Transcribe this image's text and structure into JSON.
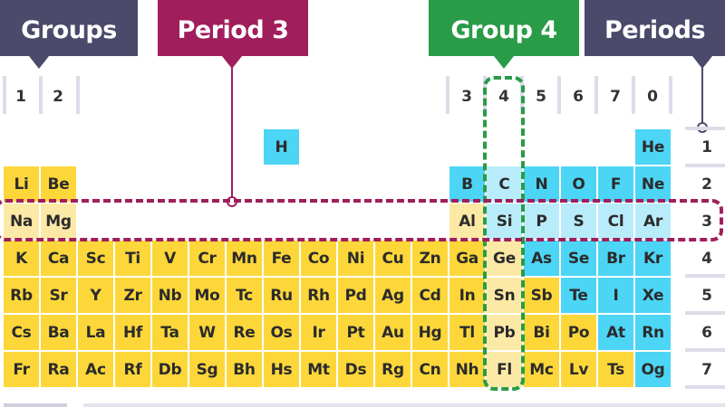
{
  "labels": {
    "groups": {
      "text": "Groups",
      "color": "#4b4a6a"
    },
    "period3": {
      "text": "Period 3",
      "color": "#a01e5c"
    },
    "group4": {
      "text": "Group 4",
      "color": "#2a9b47"
    },
    "periods": {
      "text": "Periods",
      "color": "#4b4a6a"
    }
  },
  "group_numbers": [
    "1",
    "2",
    "3",
    "4",
    "5",
    "6",
    "7",
    "0"
  ],
  "period_numbers": [
    "1",
    "2",
    "3",
    "4",
    "5",
    "6",
    "7"
  ],
  "colors": {
    "metal": "#fdd73a",
    "metal_highlight": "#fde9a6",
    "nonmetal": "#4dd5f5",
    "nonmetal_highlight": "#b8ecfa",
    "period_outline": "#a01e5c",
    "group_outline": "#2a9b47"
  },
  "elements": {
    "p1": [
      "H",
      "He"
    ],
    "p2": [
      "Li",
      "Be",
      "B",
      "C",
      "N",
      "O",
      "F",
      "Ne"
    ],
    "p3": [
      "Na",
      "Mg",
      "Al",
      "Si",
      "P",
      "S",
      "Cl",
      "Ar"
    ],
    "p4": [
      "K",
      "Ca",
      "Sc",
      "Ti",
      "V",
      "Cr",
      "Mn",
      "Fe",
      "Co",
      "Ni",
      "Cu",
      "Zn",
      "Ga",
      "Ge",
      "As",
      "Se",
      "Br",
      "Kr"
    ],
    "p5": [
      "Rb",
      "Sr",
      "Y",
      "Zr",
      "Nb",
      "Mo",
      "Tc",
      "Ru",
      "Rh",
      "Pd",
      "Ag",
      "Cd",
      "In",
      "Sn",
      "Sb",
      "Te",
      "I",
      "Xe"
    ],
    "p6": [
      "Cs",
      "Ba",
      "La",
      "Hf",
      "Ta",
      "W",
      "Re",
      "Os",
      "Ir",
      "Pt",
      "Au",
      "Hg",
      "Tl",
      "Pb",
      "Bi",
      "Po",
      "At",
      "Rn"
    ],
    "p7": [
      "Fr",
      "Ra",
      "Ac",
      "Rf",
      "Db",
      "Sg",
      "Bh",
      "Hs",
      "Mt",
      "Ds",
      "Rg",
      "Cn",
      "Nh",
      "Fl",
      "Mc",
      "Lv",
      "Ts",
      "Og"
    ]
  }
}
